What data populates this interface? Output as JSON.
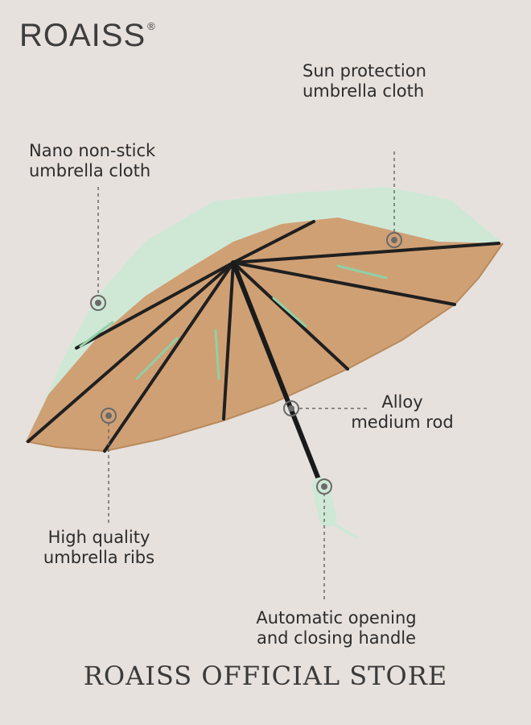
{
  "brand": {
    "name": "ROAISS",
    "mark": "®"
  },
  "callouts": {
    "sun_protection": {
      "line1": "Sun protection",
      "line2": "umbrella cloth"
    },
    "nano_non_stick": {
      "line1": "Nano non-stick",
      "line2": "umbrella cloth"
    },
    "alloy_rod": {
      "line1": "Alloy",
      "line2": "medium rod"
    },
    "ribs": {
      "line1": "High quality",
      "line2": "umbrella ribs"
    },
    "handle": {
      "line1": "Automatic opening",
      "line2": "and closing handle"
    }
  },
  "footer": {
    "store_name": "ROAISS OFFICIAL STORE"
  },
  "colors": {
    "background": "#e6e1dd",
    "canopy_outer": "#cfe8d6",
    "canopy_inner": "#cfa074",
    "rib": "#1f1f1f",
    "accent_mint": "#8fd0a6",
    "guide_line": "#6a6a6a"
  }
}
